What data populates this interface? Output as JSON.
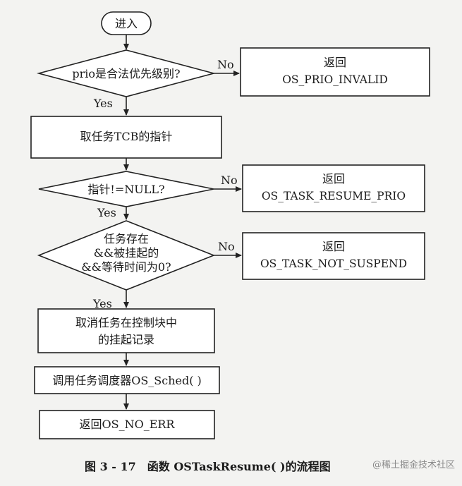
{
  "nodes": {
    "start": "进入",
    "d1": "prio是合法优先级别?",
    "r1_line1": "返回",
    "r1_line2": "OS_PRIO_INVALID",
    "p1": "取任务TCB的指针",
    "d2": "指针!=NULL?",
    "r2_line1": "返回",
    "r2_line2": "OS_TASK_RESUME_PRIO",
    "d3_line1": "任务存在",
    "d3_line2": "&&被挂起的",
    "d3_line3": "&&等待时间为0?",
    "r3_line1": "返回",
    "r3_line2": "OS_TASK_NOT_SUSPEND",
    "p2_line1": "取消任务在控制块中",
    "p2_line2": "的挂起记录",
    "p3": "调用任务调度器OS_Sched( )",
    "p4": "返回OS_NO_ERR"
  },
  "edge_labels": {
    "no1": "No",
    "yes1": "Yes",
    "no2": "No",
    "yes2": "Yes",
    "no3": "No",
    "yes3": "Yes"
  },
  "caption": "图 3 - 17　函数 OSTaskResume( )的流程图",
  "watermark": "@稀土掘金技术社区"
}
